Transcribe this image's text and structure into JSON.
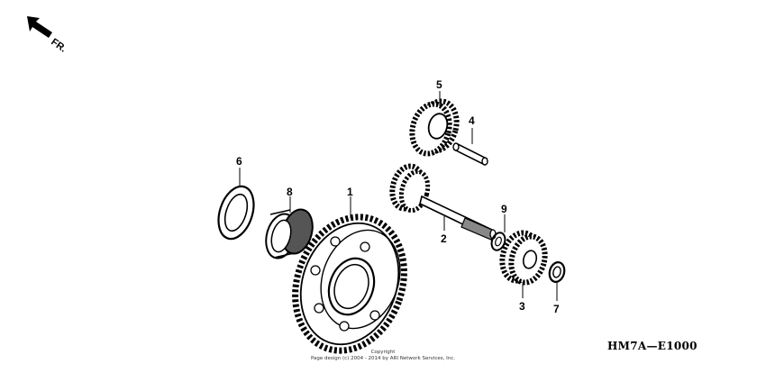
{
  "direction_indicator": {
    "label": "FR.",
    "icon": "front-arrow-icon"
  },
  "callouts": [
    "1",
    "2",
    "3",
    "4",
    "5",
    "6",
    "7",
    "8",
    "9"
  ],
  "diagram_code": "HM7A—E1000",
  "copyright": {
    "line1": "Copyright",
    "line2": "Page design (c) 2004 - 2014 by ARI Network Services, Inc."
  }
}
